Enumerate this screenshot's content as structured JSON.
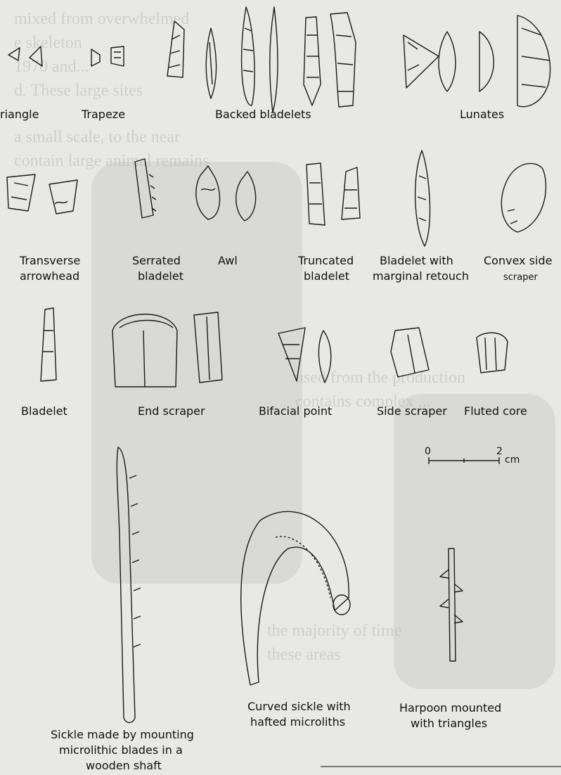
{
  "labels": {
    "triangle": "riangle",
    "trapeze": "Trapeze",
    "backed_bladelets": "Backed bladelets",
    "lunates": "Lunates",
    "transverse_arrowhead_1": "Transverse",
    "transverse_arrowhead_2": "arrowhead",
    "serrated_bladelet_1": "Serrated",
    "serrated_bladelet_2": "bladelet",
    "awl": "Awl",
    "truncated_bladelet_1": "Truncated",
    "truncated_bladelet_2": "bladelet",
    "marginal_retouch_1": "Bladelet with",
    "marginal_retouch_2": "marginal retouch",
    "convex_side_1": "Convex side",
    "convex_side_2": "scraper",
    "bladelet": "Bladelet",
    "end_scraper": "End scraper",
    "bifacial_point": "Bifacial point",
    "side_scraper": "Side scraper",
    "fluted_core": "Fluted core",
    "sickle_1": "Sickle made by mounting",
    "sickle_2": "microlithic blades in a",
    "sickle_3": "wooden shaft",
    "curved_sickle_1": "Curved sickle with",
    "curved_sickle_2": "hafted microliths",
    "harpoon_1": "Harpoon mounted",
    "harpoon_2": "with triangles"
  },
  "scale": {
    "start": "0",
    "end": "2",
    "unit": "cm"
  },
  "background_text": [
    "mixed from overwhelmed",
    "e skeleton",
    "1970 and...",
    "d. These large sites",
    "a small scale, to the near",
    "contain large animal remains",
    "used from the production",
    "contains complex ...",
    "the majority of time",
    "these areas"
  ]
}
